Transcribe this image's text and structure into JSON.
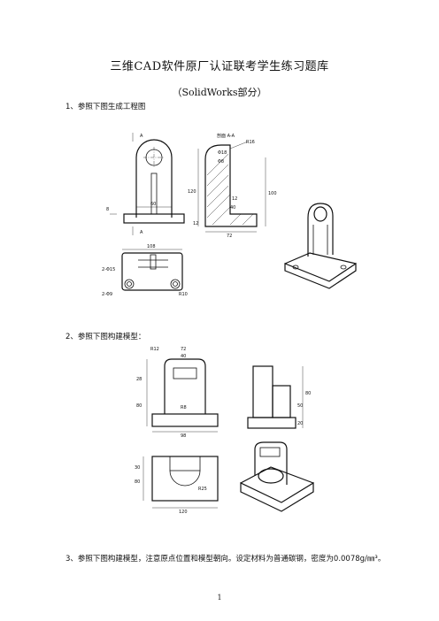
{
  "document": {
    "title": "三维CAD软件原厂认证联考学生练习题库",
    "subtitle": "（SolidWorks部分）",
    "page_number": "1"
  },
  "questions": [
    {
      "text": "1、参照下图生成工程图"
    },
    {
      "text": "2、参照下图构建模型："
    },
    {
      "text": "3、参照下图构建模型，注意原点位置和模型朝向。设定材料为普通碳钢，密度为0.0078g/㎜³。"
    }
  ],
  "figure1": {
    "section_label": "A",
    "section_title": "剖面 A-A",
    "front_view": {
      "width": "60",
      "chamfer": "8"
    },
    "section_view": {
      "d1": "R16",
      "d2": "Φ18",
      "d3": "Φ8",
      "d4": "120",
      "d5": "12",
      "d6": "40",
      "d7": "100",
      "d8": "72",
      "d9": "12"
    },
    "top_view": {
      "width": "108",
      "holes_big": "2-Φ15",
      "holes_small": "2-Φ9",
      "radius": "R10"
    }
  },
  "figure2": {
    "front_view": {
      "r": "R12",
      "w1": "72",
      "w2": "40",
      "h1": "28",
      "h2": "80",
      "base": "98",
      "slot": "R8"
    },
    "side_view": {
      "h1": "80",
      "h2": "50",
      "h3": "20"
    },
    "top_view": {
      "h1": "30",
      "h2": "80",
      "r": "R25",
      "w": "120"
    }
  }
}
